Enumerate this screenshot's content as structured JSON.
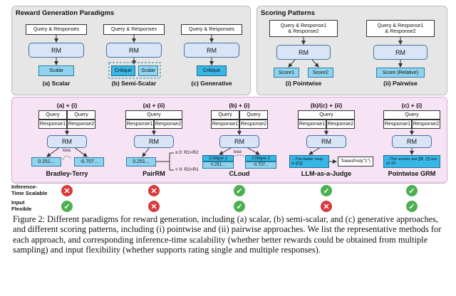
{
  "top_left": {
    "title": "Reward Generation Paradigms",
    "input": "Query & Responses",
    "rm": "RM",
    "scalar": {
      "output": "Scalar",
      "label": "(a) Scalar"
    },
    "semi": {
      "critique": "Critique",
      "scalar": "Scalar",
      "label": "(b) Semi-Scalar"
    },
    "generative": {
      "output": "Critique",
      "label": "(c) Generative"
    }
  },
  "top_right": {
    "title": "Scoring Patterns",
    "pointwise": {
      "input": "Query & Response1 & Response2",
      "score1": "Score1",
      "score2": "Score2",
      "label": "(i) Pointwise"
    },
    "pairwise": {
      "input": "Query & Response1 & Response2",
      "score": "Score (Relative)",
      "label": "(ii) Pairwise"
    }
  },
  "methods": {
    "query": "Query",
    "response1": "Response1",
    "response2": "Response2",
    "rm": "RM",
    "loss": "loss",
    "items": [
      {
        "header": "(a) + (i)",
        "name": "Bradley-Terry",
        "out1": "0.251...",
        "out2": "-0.707...",
        "scalable": "bad",
        "flexible": "good"
      },
      {
        "header": "(a) + (ii)",
        "name": "PairRM",
        "out1": "0.251...",
        "cond1": "≥ 0: R1>R2",
        "cond2": "< 0: R2>R1",
        "scalable": "bad",
        "flexible": "bad"
      },
      {
        "header": "(b) + (i)",
        "name": "CLoud",
        "crit1": "Critique 1",
        "crit2": "Critique 2",
        "out1": "0.251...",
        "out2": "-0.707...",
        "scalable": "good",
        "flexible": "good"
      },
      {
        "header": "(b)/(c) + (ii)",
        "name": "LLM-as-a-Judge",
        "crit": "...The better resp. is [[1]]",
        "token": "TokenProb(\"1\")",
        "scalable": "good",
        "flexible": "bad"
      },
      {
        "header": "(c) + (i)",
        "name": "Pointwise GRM",
        "crit": "...The scores are [[8, 7]] out of 10.",
        "scalable": "good",
        "flexible": "good"
      }
    ]
  },
  "rows": {
    "scalable": "Inference-\nTime Scalable",
    "flexible": "Input\nFlexible"
  },
  "marks": {
    "good": "✓",
    "bad": "✕"
  },
  "caption": "Figure 2: Different paradigms for reward generation, including (a) scalar, (b) semi-scalar, and (c) generative approaches, and different scoring patterns, including (i) pointwise and (ii) pairwise approaches. We list the representative methods for each approach, and corresponding inference-time scalability (whether better rewards could be obtained from multiple sampling) and input flexibility (whether supports rating single and multiple responses)."
}
